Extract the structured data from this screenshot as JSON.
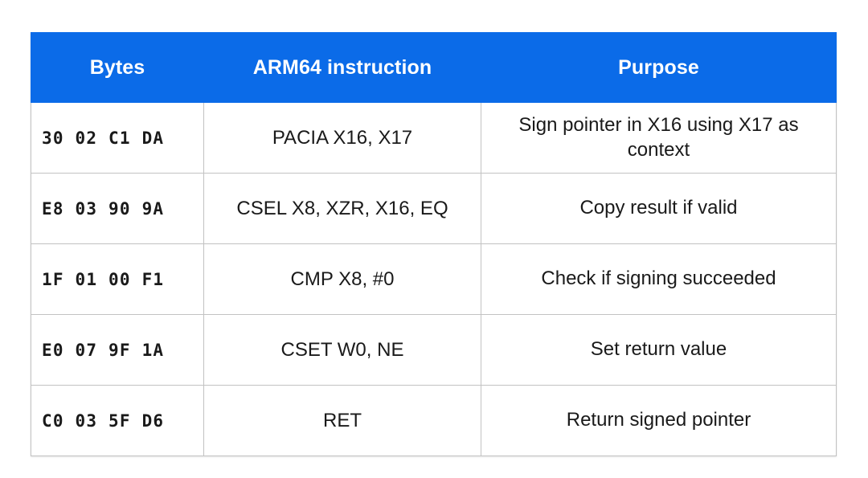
{
  "table": {
    "accent_header_bg": "#0B6BE8",
    "header_text_color": "#FFFFFF",
    "border_color": "#C2C2C2",
    "page_bg": "#FFFFFF",
    "columns": [
      {
        "key": "bytes",
        "label": "Bytes"
      },
      {
        "key": "instr",
        "label": "ARM64 instruction"
      },
      {
        "key": "purpose",
        "label": "Purpose"
      }
    ],
    "rows": [
      {
        "bytes": "30 02 C1 DA",
        "instr": "PACIA X16, X17",
        "purpose": "Sign pointer in X16 using X17 as context"
      },
      {
        "bytes": "E8 03 90 9A",
        "instr": "CSEL X8, XZR, X16, EQ",
        "purpose": "Copy result if valid"
      },
      {
        "bytes": "1F 01 00 F1",
        "instr": "CMP X8, #0",
        "purpose": "Check if signing succeeded"
      },
      {
        "bytes": "E0 07 9F 1A",
        "instr": "CSET W0, NE",
        "purpose": "Set return value"
      },
      {
        "bytes": "C0 03 5F D6",
        "instr": "RET",
        "purpose": "Return signed pointer"
      }
    ]
  }
}
